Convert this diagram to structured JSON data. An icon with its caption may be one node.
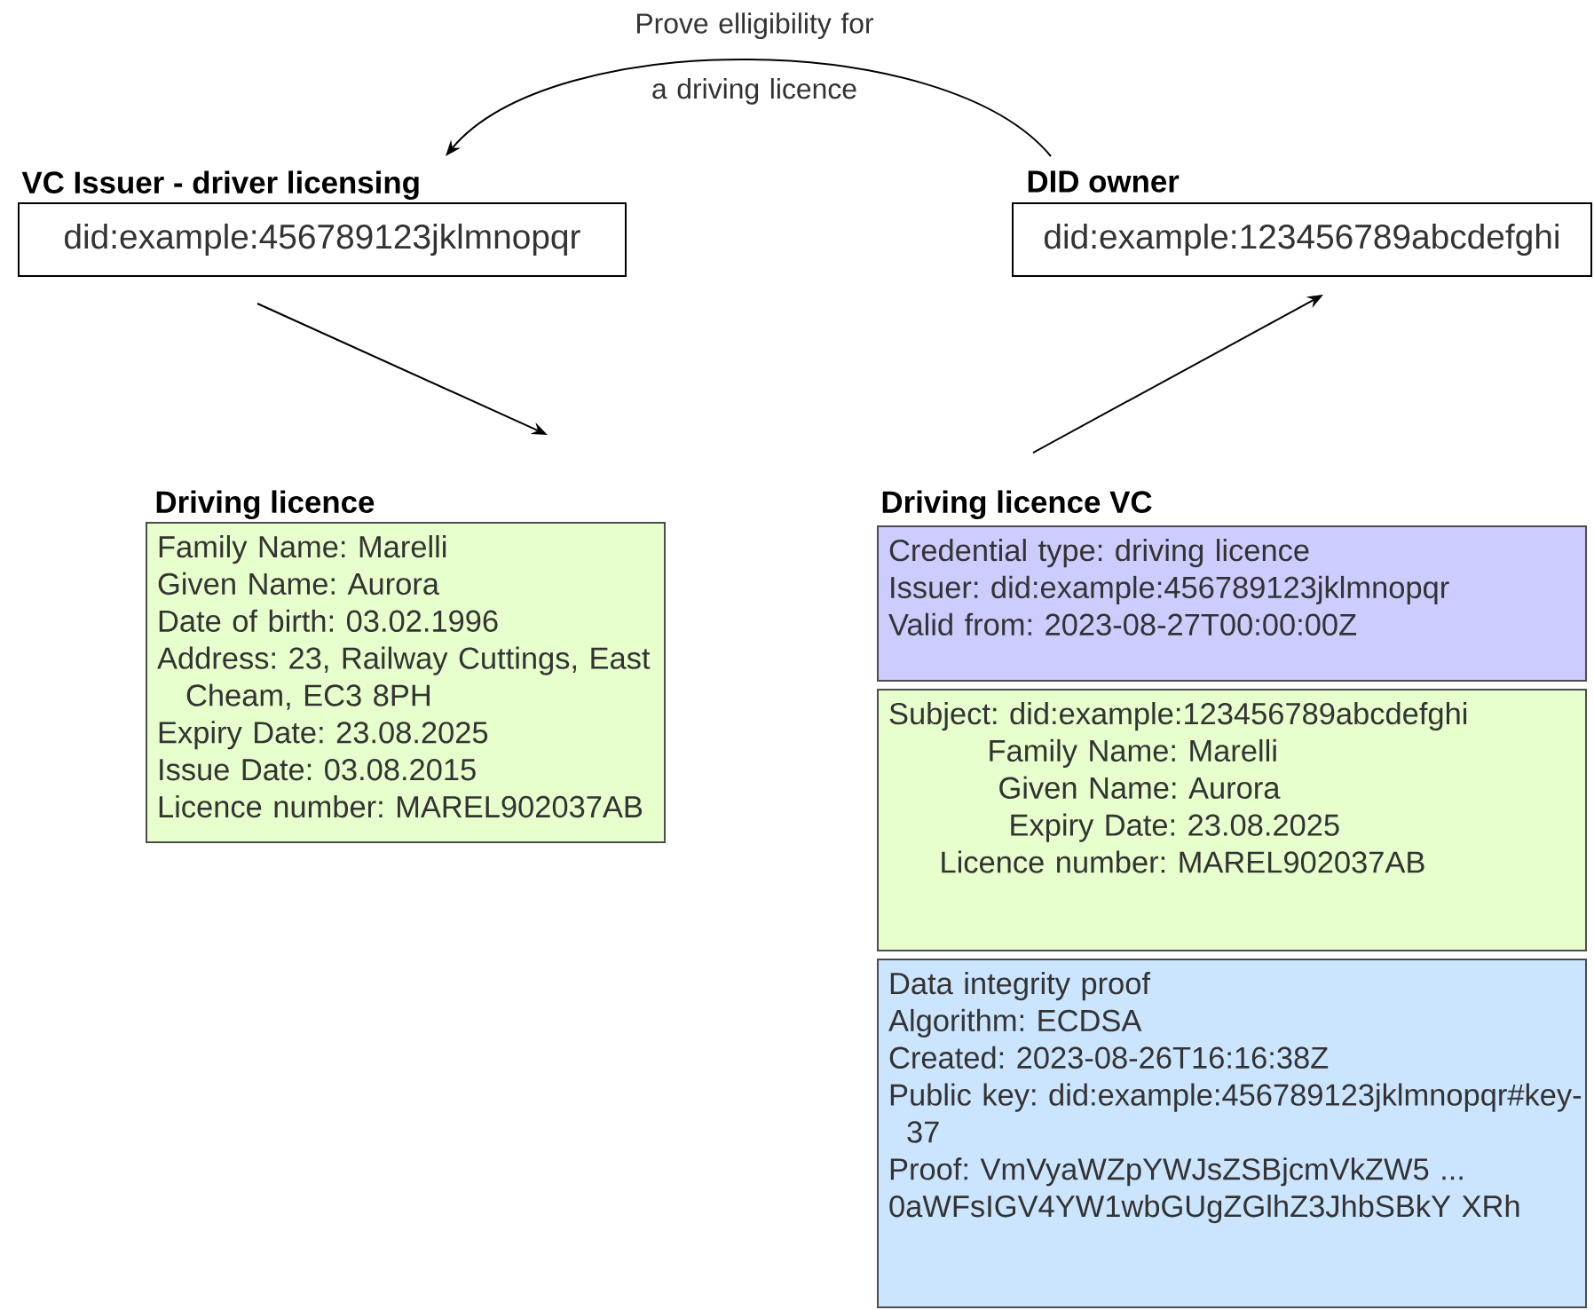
{
  "diagram": {
    "nodes": [
      {
        "text": [
          "VC Issuer - driver licensing",
          "did:example:456789123jklmnopqr"
        ]
      },
      {
        "text": [
          "DID owner",
          "did:example:123456789abcdefghi"
        ]
      },
      {
        "text": [
          "Driving licence",
          "Family Name: Marelli",
          "Given Name: Aurora",
          "Date of birth: 03.02.1996",
          "Address: 23, Railway Cuttings, East Cheam, EC3 8PH",
          "Expiry Date: 23.08.2025",
          "Issue Date: 03.08.2015",
          "Licence number: MAREL902037AB"
        ]
      },
      {
        "text": [
          "Driving licence VC"
        ]
      },
      {
        "text": [
          "Credential type: driving licence",
          "Issuer: did:example:456789123jklmnopqr",
          "Valid from: 2023-08-27T00:00:00Z"
        ]
      },
      {
        "text": [
          "Subject: did:example:123456789abcdefghi",
          "Family Name: Marelli",
          "Given Name: Aurora",
          "Expiry Date: 23.08.2025",
          "Licence number: MAREL902037AB"
        ]
      },
      {
        "text": [
          "Data integrity proof",
          "Algorithm: ECDSA",
          "Created: 2023-08-26T16:16:38Z",
          "Public key: did:example:456789123jklmnopqr#key-37",
          "Proof: VmVyaWZpYWJsZSBjcmVkZW5 ... 0aWFsIGV4YW1wbGUgZGlhZ3JhbSBkY XRh"
        ]
      }
    ],
    "edges": [
      {
        "from": 0,
        "to": 2,
        "arrow": "to"
      },
      {
        "from": 3,
        "to": 1,
        "arrow": "to"
      },
      {
        "from": 1,
        "to": 0,
        "arrow": "to",
        "label": "Prove elligibility for a driving licence"
      }
    ]
  }
}
